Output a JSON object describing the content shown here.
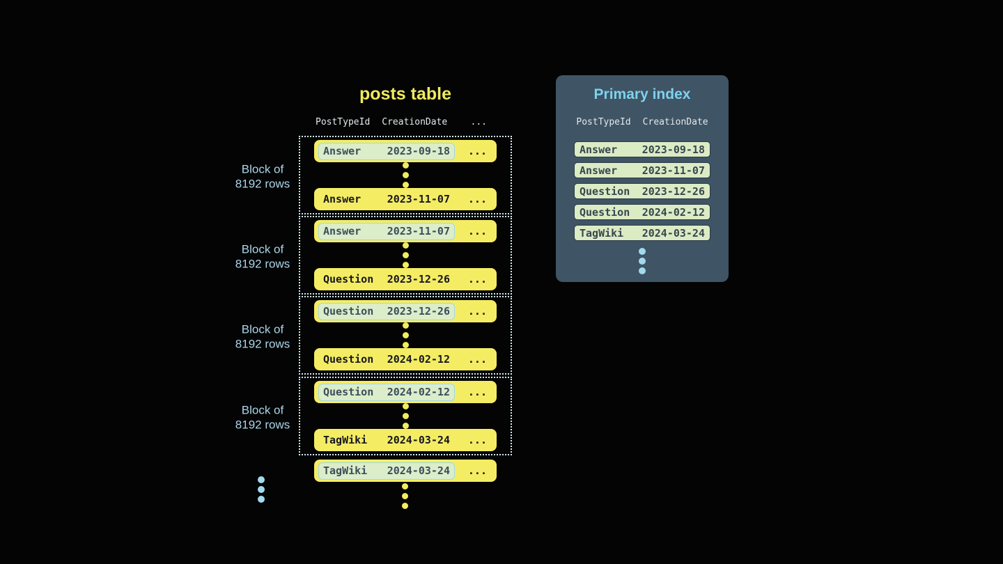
{
  "colors": {
    "background": "#040404",
    "title_yellow": "#f0ea5e",
    "row_yellow": "#f4ed64",
    "row_text_dark": "#17171f",
    "highlight_mint": "#dcedca",
    "highlight_border_blue": "#9fd8e9",
    "highlight_text": "#3b4f5c",
    "block_dotted_border": "#d6eef6",
    "block_label_blue": "#a9d6ea",
    "panel_background": "#3f5464",
    "panel_title_blue": "#7fd1ee",
    "column_header_text": "#e4e9ec",
    "index_row_mint": "#dbecc5",
    "index_row_border": "#2b3a46",
    "dot_blue": "#a3d9ed",
    "dot_yellow": "#f2eb5f"
  },
  "posts_table": {
    "title": "posts table",
    "headers": [
      "PostTypeId",
      "CreationDate",
      "..."
    ],
    "ellipsis": "...",
    "blocks": [
      {
        "label": [
          "Block of",
          "8192 rows"
        ],
        "first": {
          "type": "Answer",
          "date": "2023-09-18"
        },
        "last": {
          "type": "Answer",
          "date": "2023-11-07"
        }
      },
      {
        "label": [
          "Block of",
          "8192 rows"
        ],
        "first": {
          "type": "Answer",
          "date": "2023-11-07"
        },
        "last": {
          "type": "Question",
          "date": "2023-12-26"
        }
      },
      {
        "label": [
          "Block of",
          "8192 rows"
        ],
        "first": {
          "type": "Question",
          "date": "2023-12-26"
        },
        "last": {
          "type": "Question",
          "date": "2024-02-12"
        }
      },
      {
        "label": [
          "Block of",
          "8192 rows"
        ],
        "first": {
          "type": "Question",
          "date": "2024-02-12"
        },
        "last": {
          "type": "TagWiki",
          "date": "2024-03-24"
        }
      }
    ],
    "overflow_row": {
      "type": "TagWiki",
      "date": "2024-03-24"
    }
  },
  "primary_index": {
    "title": "Primary index",
    "headers": [
      "PostTypeId",
      "CreationDate"
    ],
    "rows": [
      {
        "type": "Answer",
        "date": "2023-09-18"
      },
      {
        "type": "Answer",
        "date": "2023-11-07"
      },
      {
        "type": "Question",
        "date": "2023-12-26"
      },
      {
        "type": "Question",
        "date": "2024-02-12"
      },
      {
        "type": "TagWiki",
        "date": "2024-03-24"
      }
    ]
  }
}
